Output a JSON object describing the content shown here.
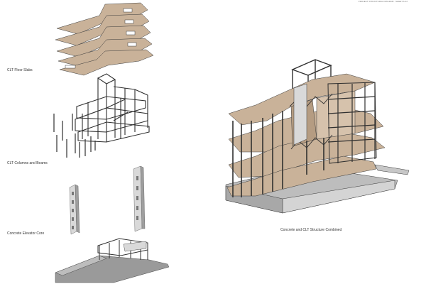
{
  "header": {
    "text": "PROJECT STRUCTURAL DIAGRAM  ·  SHEET A-12"
  },
  "labels": {
    "clt_floor_slabs": "CLT Floor Slabs",
    "clt_columns_beams": "CLT Columns and Beams",
    "concrete_core": "Concrete Elevator Core",
    "combined": "Concrete and CLT Structure Combined"
  },
  "colors": {
    "clt": "#c9b299",
    "clt_dark": "#a58c72",
    "concrete": "#d9d9d9",
    "concrete_dark": "#9e9e9e",
    "line": "#3a3a3a"
  }
}
